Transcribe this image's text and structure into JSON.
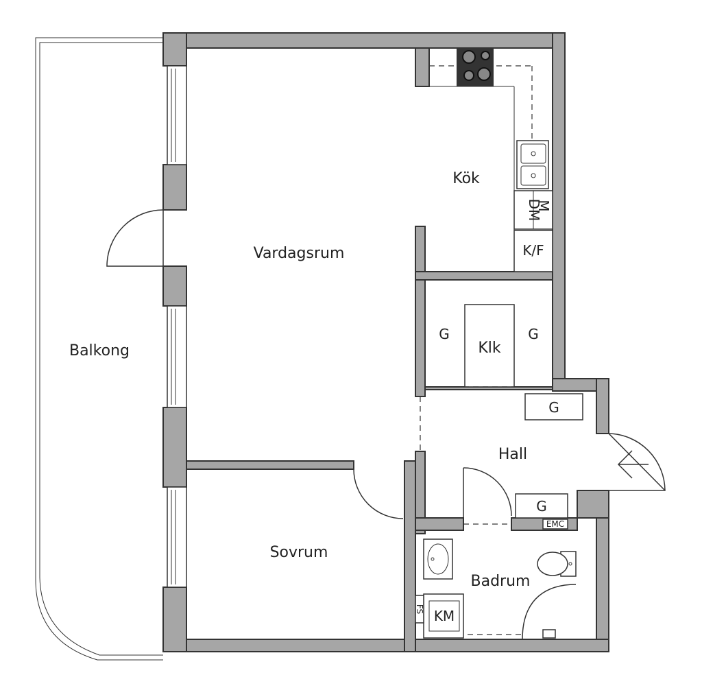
{
  "rooms": {
    "kitchen": "Kök",
    "living_room": "Vardagsrum",
    "balcony": "Balkong",
    "closet": "Klk",
    "hall": "Hall",
    "bedroom": "Sovrum",
    "bathroom": "Badrum"
  },
  "fixtures": {
    "dishwasher": "DM",
    "microwave": "M",
    "fridge_freezer": "K/F",
    "wardrobe": "G",
    "electric_cabinet": "EMC",
    "washing_machine": "KM",
    "dryer": "FS"
  },
  "colors": {
    "wall": "#a6a6a6",
    "stroke": "#333333",
    "floor": "#ffffff"
  }
}
